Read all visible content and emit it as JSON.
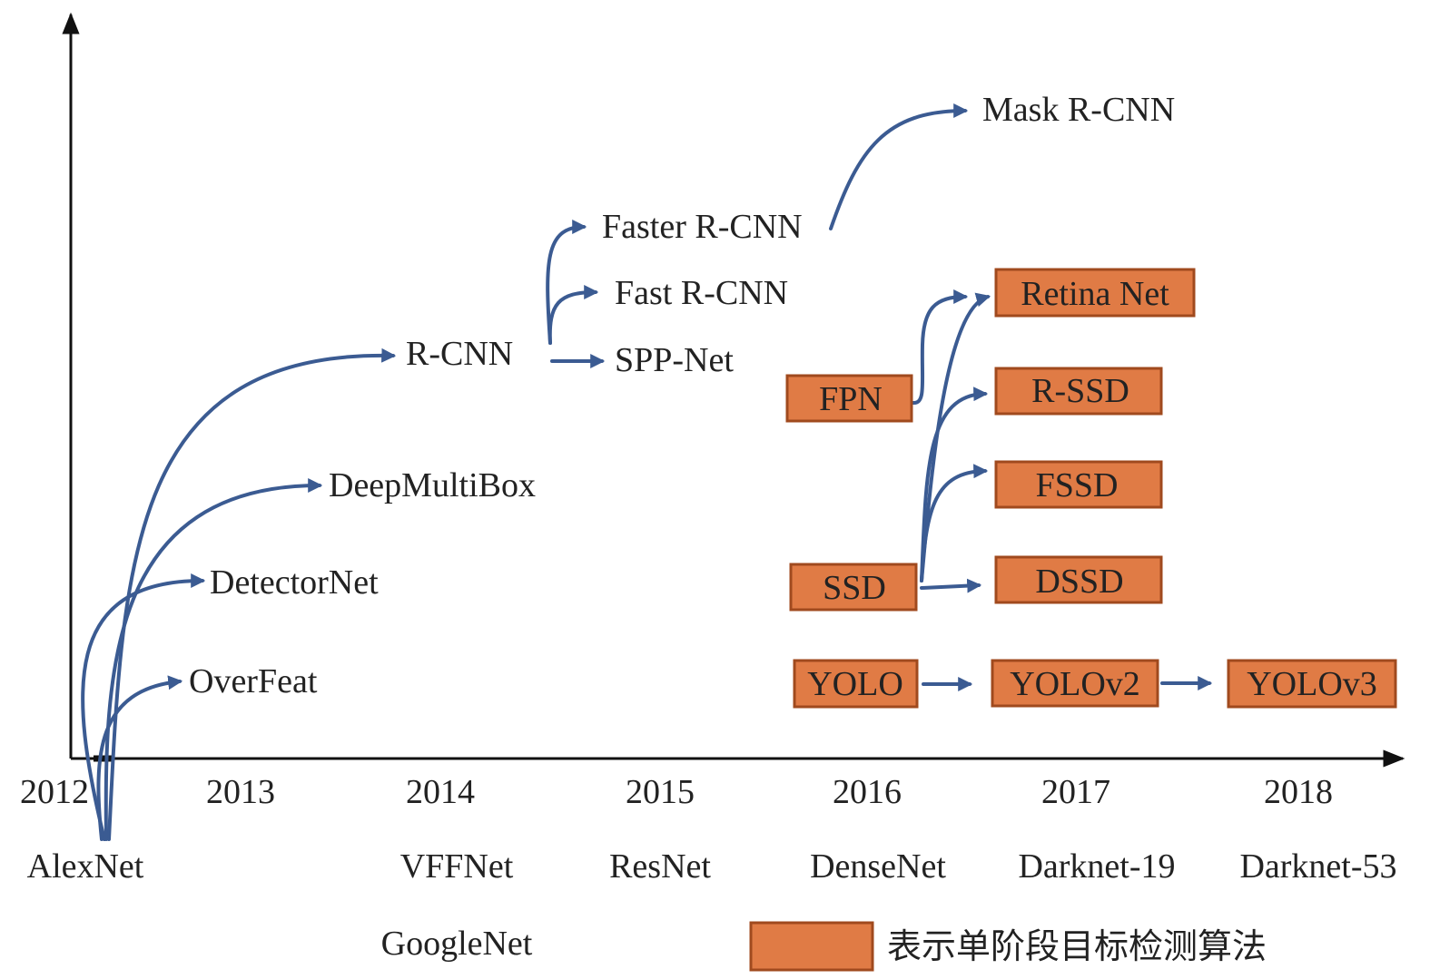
{
  "colors": {
    "arrow": "#3b5b92",
    "single_stage_box": "#e07b45",
    "single_stage_border": "#a04a1e",
    "axis": "#111111"
  },
  "timeline": {
    "years": [
      "2012",
      "2013",
      "2014",
      "2015",
      "2016",
      "2017",
      "2018"
    ],
    "backbones": {
      "b2012": "AlexNet",
      "b2014a": "VFFNet",
      "b2014b": "GoogleNet",
      "b2015": "ResNet",
      "b2016": "DenseNet",
      "b2017": "Darknet-19",
      "b2018": "Darknet-53"
    }
  },
  "nodes": {
    "overfeat": "OverFeat",
    "detectornet": "DetectorNet",
    "deepmultibox": "DeepMultiBox",
    "rcnn": "R-CNN",
    "sppnet": "SPP-Net",
    "fastrcnn": "Fast R-CNN",
    "fasterrcnn": "Faster R-CNN",
    "maskrcnn": "Mask R-CNN",
    "fpn": "FPN",
    "retinanet": "Retina Net",
    "ssd": "SSD",
    "rssd": "R-SSD",
    "fssd": "FSSD",
    "dssd": "DSSD",
    "yolo": "YOLO",
    "yolov2": "YOLOv2",
    "yolov3": "YOLOv3"
  },
  "legend": {
    "label": "表示单阶段目标检测算法"
  }
}
